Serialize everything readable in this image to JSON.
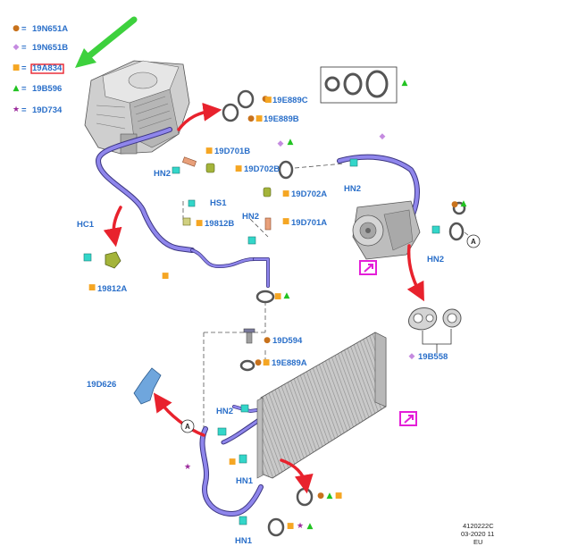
{
  "legend": [
    {
      "shape": "circle",
      "color": "#c8721c",
      "glyph": "●",
      "code": "19N651A"
    },
    {
      "shape": "diamond",
      "color": "#c58be0",
      "glyph": "◆",
      "code": "19N651B"
    },
    {
      "shape": "square",
      "color": "#f5a623",
      "glyph": "■",
      "code": "19A834"
    },
    {
      "shape": "triangle",
      "color": "#22c322",
      "glyph": "▲",
      "code": "19B596"
    },
    {
      "shape": "star",
      "color": "#9b2a9b",
      "glyph": "★",
      "code": "19D734"
    }
  ],
  "legend_equals": "=",
  "highlight_color": "#e8222d",
  "pointer_color": "#3dd13d",
  "arrow_color": "#e8222d",
  "hose_color": "#7b6fe0",
  "part_labels": {
    "p19E889C": "19E889C",
    "p19E889B": "19E889B",
    "p19D701B": "19D701B",
    "p19D702B": "19D702B",
    "hn2_a": "HN2",
    "hs1": "HS1",
    "p19812B": "19812B",
    "hc1": "HC1",
    "p19812A": "19812A",
    "p19D702A": "19D702A",
    "hn2_b": "HN2",
    "p19D701A": "19D701A",
    "hn2_c": "HN2",
    "hn2_d": "HN2",
    "p19D594": "19D594",
    "p19E889A": "19E889A",
    "p19B558": "19B558",
    "p19D626": "19D626",
    "hn2_e": "HN2",
    "hn1_a": "HN1",
    "hn1_b": "HN1",
    "callout_a1": "A",
    "callout_a2": "A"
  },
  "footer": {
    "code": "4120222C",
    "date": "03-2020 11",
    "region": "EU"
  }
}
